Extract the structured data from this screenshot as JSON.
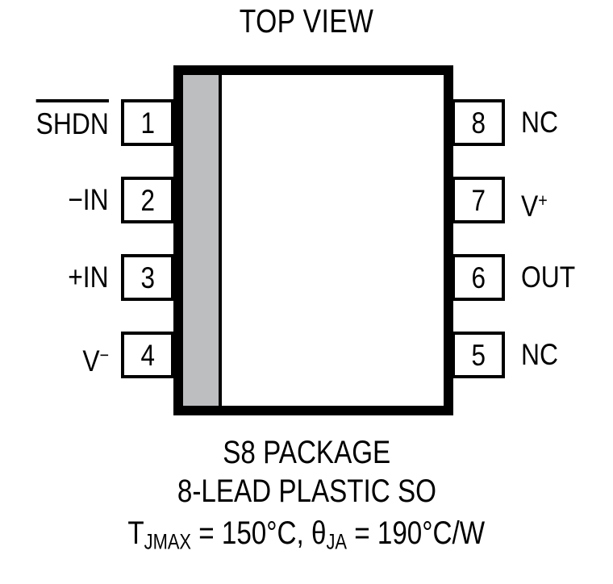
{
  "title": "TOP VIEW",
  "package": {
    "index_stripe_color": "#BCBEC0",
    "outline_color": "#000000",
    "body_fill": "#FFFFFF"
  },
  "pins": {
    "left": [
      {
        "number": "1",
        "label": "SHDN",
        "overline": true
      },
      {
        "number": "2",
        "label": "−IN",
        "overline": false
      },
      {
        "number": "3",
        "label": "+IN",
        "overline": false
      },
      {
        "number": "4",
        "label_base": "V",
        "label_sup": "−",
        "overline": false
      }
    ],
    "right": [
      {
        "number": "8",
        "label": "NC"
      },
      {
        "number": "7",
        "label_base": "V",
        "label_sup": "+"
      },
      {
        "number": "6",
        "label": "OUT"
      },
      {
        "number": "5",
        "label": "NC"
      }
    ]
  },
  "caption": {
    "line1": "S8 PACKAGE",
    "line2": "8-LEAD PLASTIC SO",
    "line3": {
      "t_symbol": "T",
      "t_subscript": "JMAX",
      "t_value": " = 150°C, ",
      "theta_symbol": "θ",
      "theta_subscript": "JA",
      "theta_value": " = 190°C/W"
    }
  }
}
